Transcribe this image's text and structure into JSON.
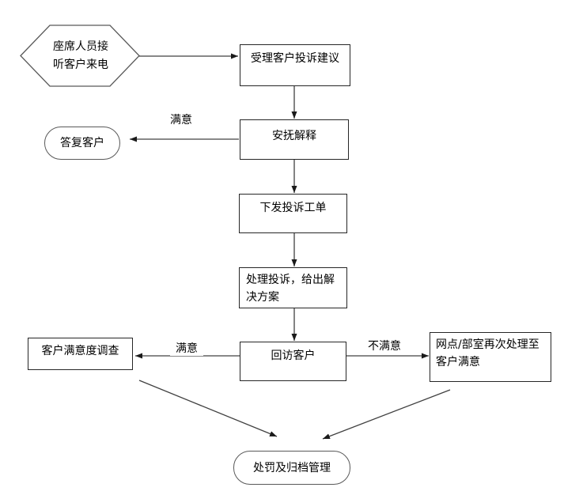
{
  "flowchart": {
    "nodes": {
      "answer_call": {
        "label": "座席人员接\n听客户来电",
        "shape": "hexagon"
      },
      "accept_complaint": {
        "label": "受理客户投诉建议",
        "shape": "rect"
      },
      "soothe_explain": {
        "label": "安抚解释",
        "shape": "rect"
      },
      "reply_customer": {
        "label": "答复客户",
        "shape": "rounded"
      },
      "dispatch_ticket": {
        "label": "下发投诉工单",
        "shape": "rect"
      },
      "handle_complaint": {
        "label": "处理投诉，给出解\n决方案",
        "shape": "rect"
      },
      "revisit_customer": {
        "label": "回访客户",
        "shape": "rect"
      },
      "satisfaction_survey": {
        "label": "客户满意度调查",
        "shape": "rect"
      },
      "branch_rehandle": {
        "label": "网点/部室再次处理至\n客户满意",
        "shape": "rect"
      },
      "punish_archive": {
        "label": "处罚及归档管理",
        "shape": "rounded"
      }
    },
    "edge_labels": {
      "soothe_satisfied": "满意",
      "revisit_satisfied": "满意",
      "revisit_unsatisfied": "不满意"
    },
    "colors": {
      "background": "#ffffff",
      "rect_border": "#262626",
      "shape_border": "#595959",
      "line": "#404040",
      "arrowhead": "#1a1a1a",
      "text": "#000000"
    }
  }
}
